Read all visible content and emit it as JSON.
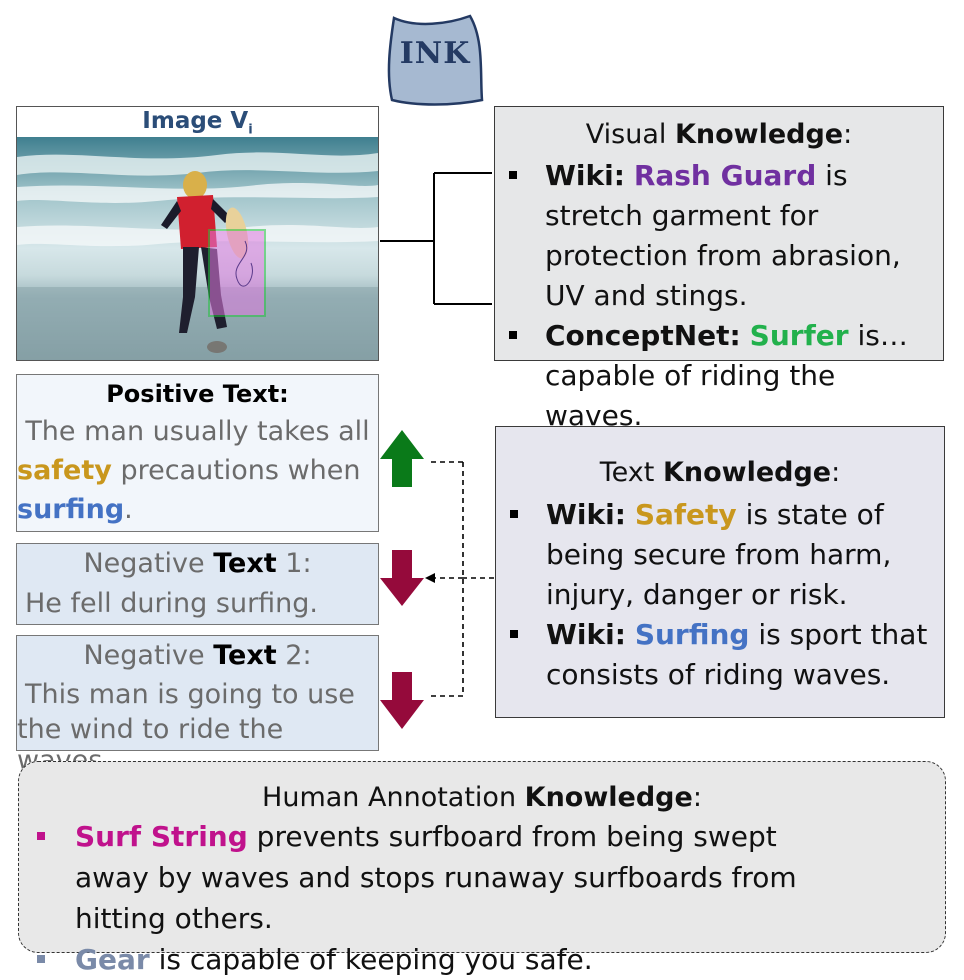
{
  "ink_badge": "INK",
  "image_panel": {
    "title": "Image V",
    "subscript": "i"
  },
  "visual_knowledge": {
    "title_plain": "Visual ",
    "title_bold": "Knowledge",
    "title_suffix": ":",
    "items": [
      {
        "source": "Wiki:",
        "term": "Rash Guard",
        "term_color": "#7030a0",
        "rest": " is stretch garment for protection from abrasion, UV and stings."
      },
      {
        "source": "ConceptNet:",
        "term": "Surfer",
        "term_color": "#22b14c",
        "rest": " is… capable of riding the waves."
      }
    ]
  },
  "positive_text": {
    "title": "Positive Text:",
    "line1": "The man usually takes all",
    "word_safety": "safety",
    "line2_rest": " precautions when",
    "word_surfing": "surfing",
    "line3_rest": "."
  },
  "negative_text_1": {
    "title_plain": "Negative ",
    "title_bold": "Text",
    "title_num": " 1:",
    "body": "He fell during surfing."
  },
  "negative_text_2": {
    "title_plain": "Negative ",
    "title_bold": "Text",
    "title_num": " 2:",
    "line1": "This man is going to use",
    "line2": "the wind to ride the waves."
  },
  "text_knowledge": {
    "title_plain": "Text ",
    "title_bold": "Knowledge",
    "title_suffix": ":",
    "items": [
      {
        "source": "Wiki:",
        "term": "Safety",
        "term_color": "#c9971d",
        "rest": " is state of being secure from harm, injury, danger or risk."
      },
      {
        "source": "Wiki:",
        "term": "Surfing",
        "term_color": "#4472c4",
        "rest": " is sport that consists of riding waves."
      }
    ]
  },
  "human_annotation": {
    "title_plain": "Human Annotation ",
    "title_bold": "Knowledge",
    "title_suffix": ":",
    "items": [
      {
        "term": "Surf String",
        "term_color": "#c0128c",
        "rest": " prevents surfboard from being swept away by waves and stops runaway surfboards from hitting others."
      },
      {
        "term": "Gear",
        "term_color": "#7a8aa8",
        "rest": " is capable of keeping you safe."
      }
    ]
  },
  "colors": {
    "safety": "#c9971d",
    "surfing": "#4472c4",
    "up_arrow": "#0a7a19",
    "down_arrow": "#950a3b"
  }
}
